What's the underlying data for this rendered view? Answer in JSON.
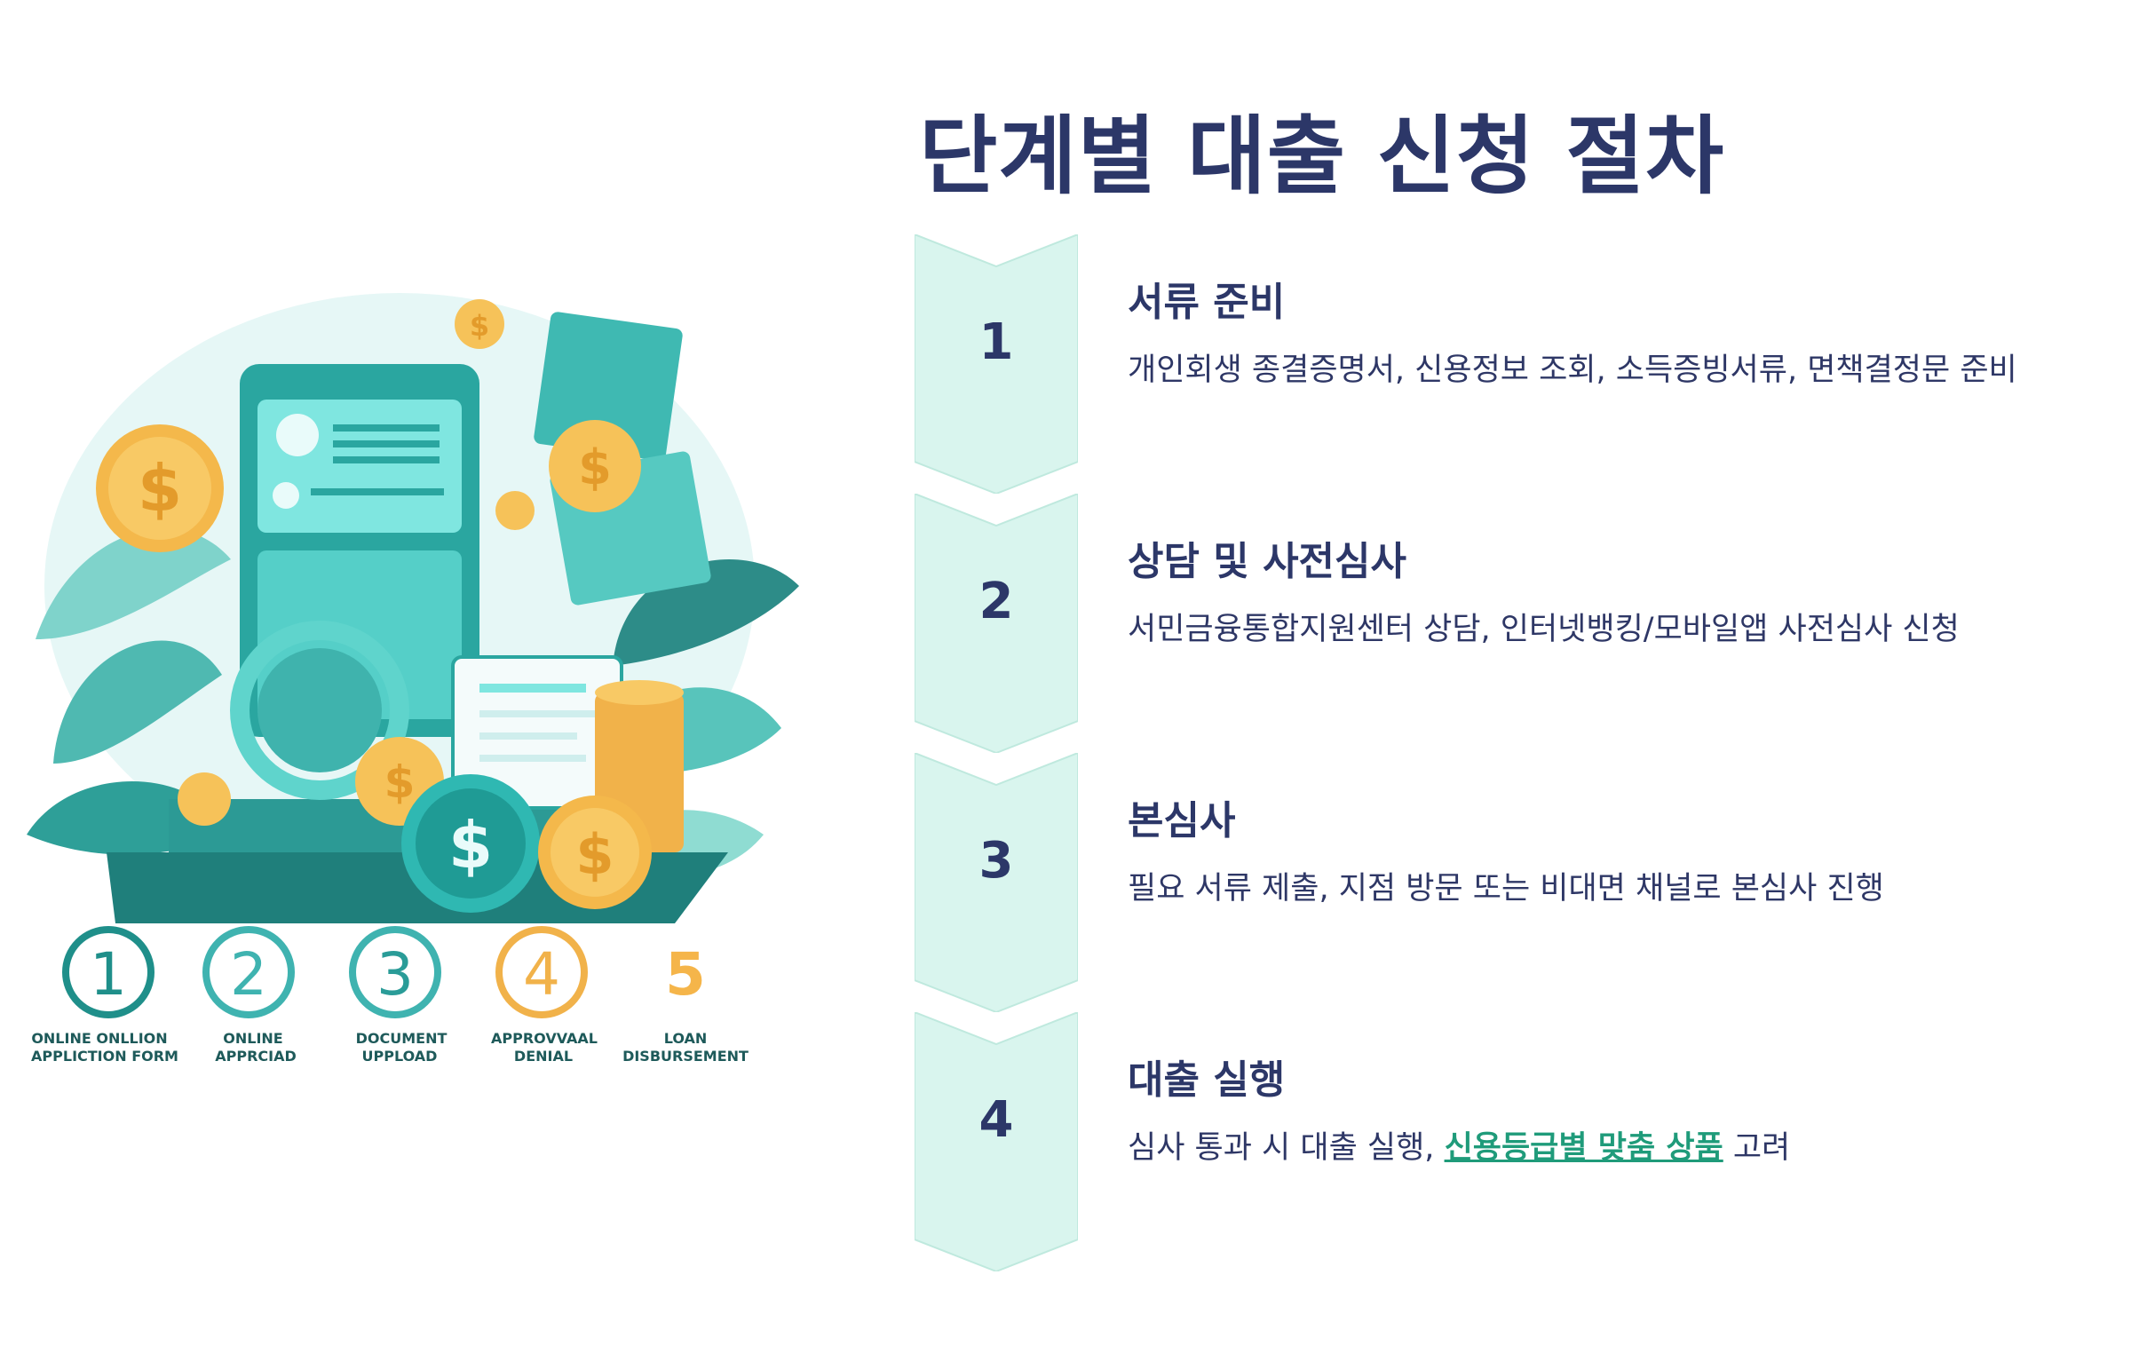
{
  "title": "단계별 대출 신청 절차",
  "illustration": {
    "steps": [
      {
        "number": "1",
        "label_line1": "ONLINE ONLLION",
        "label_line2": "APPLICTION FORM",
        "color": "#1f8f8a"
      },
      {
        "number": "2",
        "label_line1": "ONLINE",
        "label_line2": "APPRCIAD",
        "color": "#3fb3b0"
      },
      {
        "number": "3",
        "label_line1": "DOCUMENT",
        "label_line2": "UPPLOAD",
        "color": "#3fb3b0"
      },
      {
        "number": "4",
        "label_line1": "APPROVVAAL",
        "label_line2": "DENIAL",
        "color": "#f1b24a"
      },
      {
        "number": "5",
        "label_line1": "LOAN",
        "label_line2": "DISBURSEMENT",
        "color": "#f5b54a"
      }
    ]
  },
  "steps": [
    {
      "number": "1",
      "title": "서류 준비",
      "description": "개인회생 종결증명서, 신용정보 조회, 소득증빙서류, 면책결정문 준비"
    },
    {
      "number": "2",
      "title": "상담 및 사전심사",
      "description": "서민금융통합지원센터 상담, 인터넷뱅킹/모바일앱 사전심사 신청"
    },
    {
      "number": "3",
      "title": "본심사",
      "description": "필요 서류 제출, 지점 방문 또는 비대면 채널로 본심사 진행"
    },
    {
      "number": "4",
      "title": "대출 실행",
      "description_before": "심사 통과 시 대출 실행, ",
      "link_text": "신용등급별 맞춤 상품",
      "description_after": " 고려"
    }
  ],
  "colors": {
    "title": "#2c3768",
    "chevron_fill": "#d9f5ee",
    "chevron_stroke": "#bfe9de",
    "link": "#1f9b7a"
  }
}
